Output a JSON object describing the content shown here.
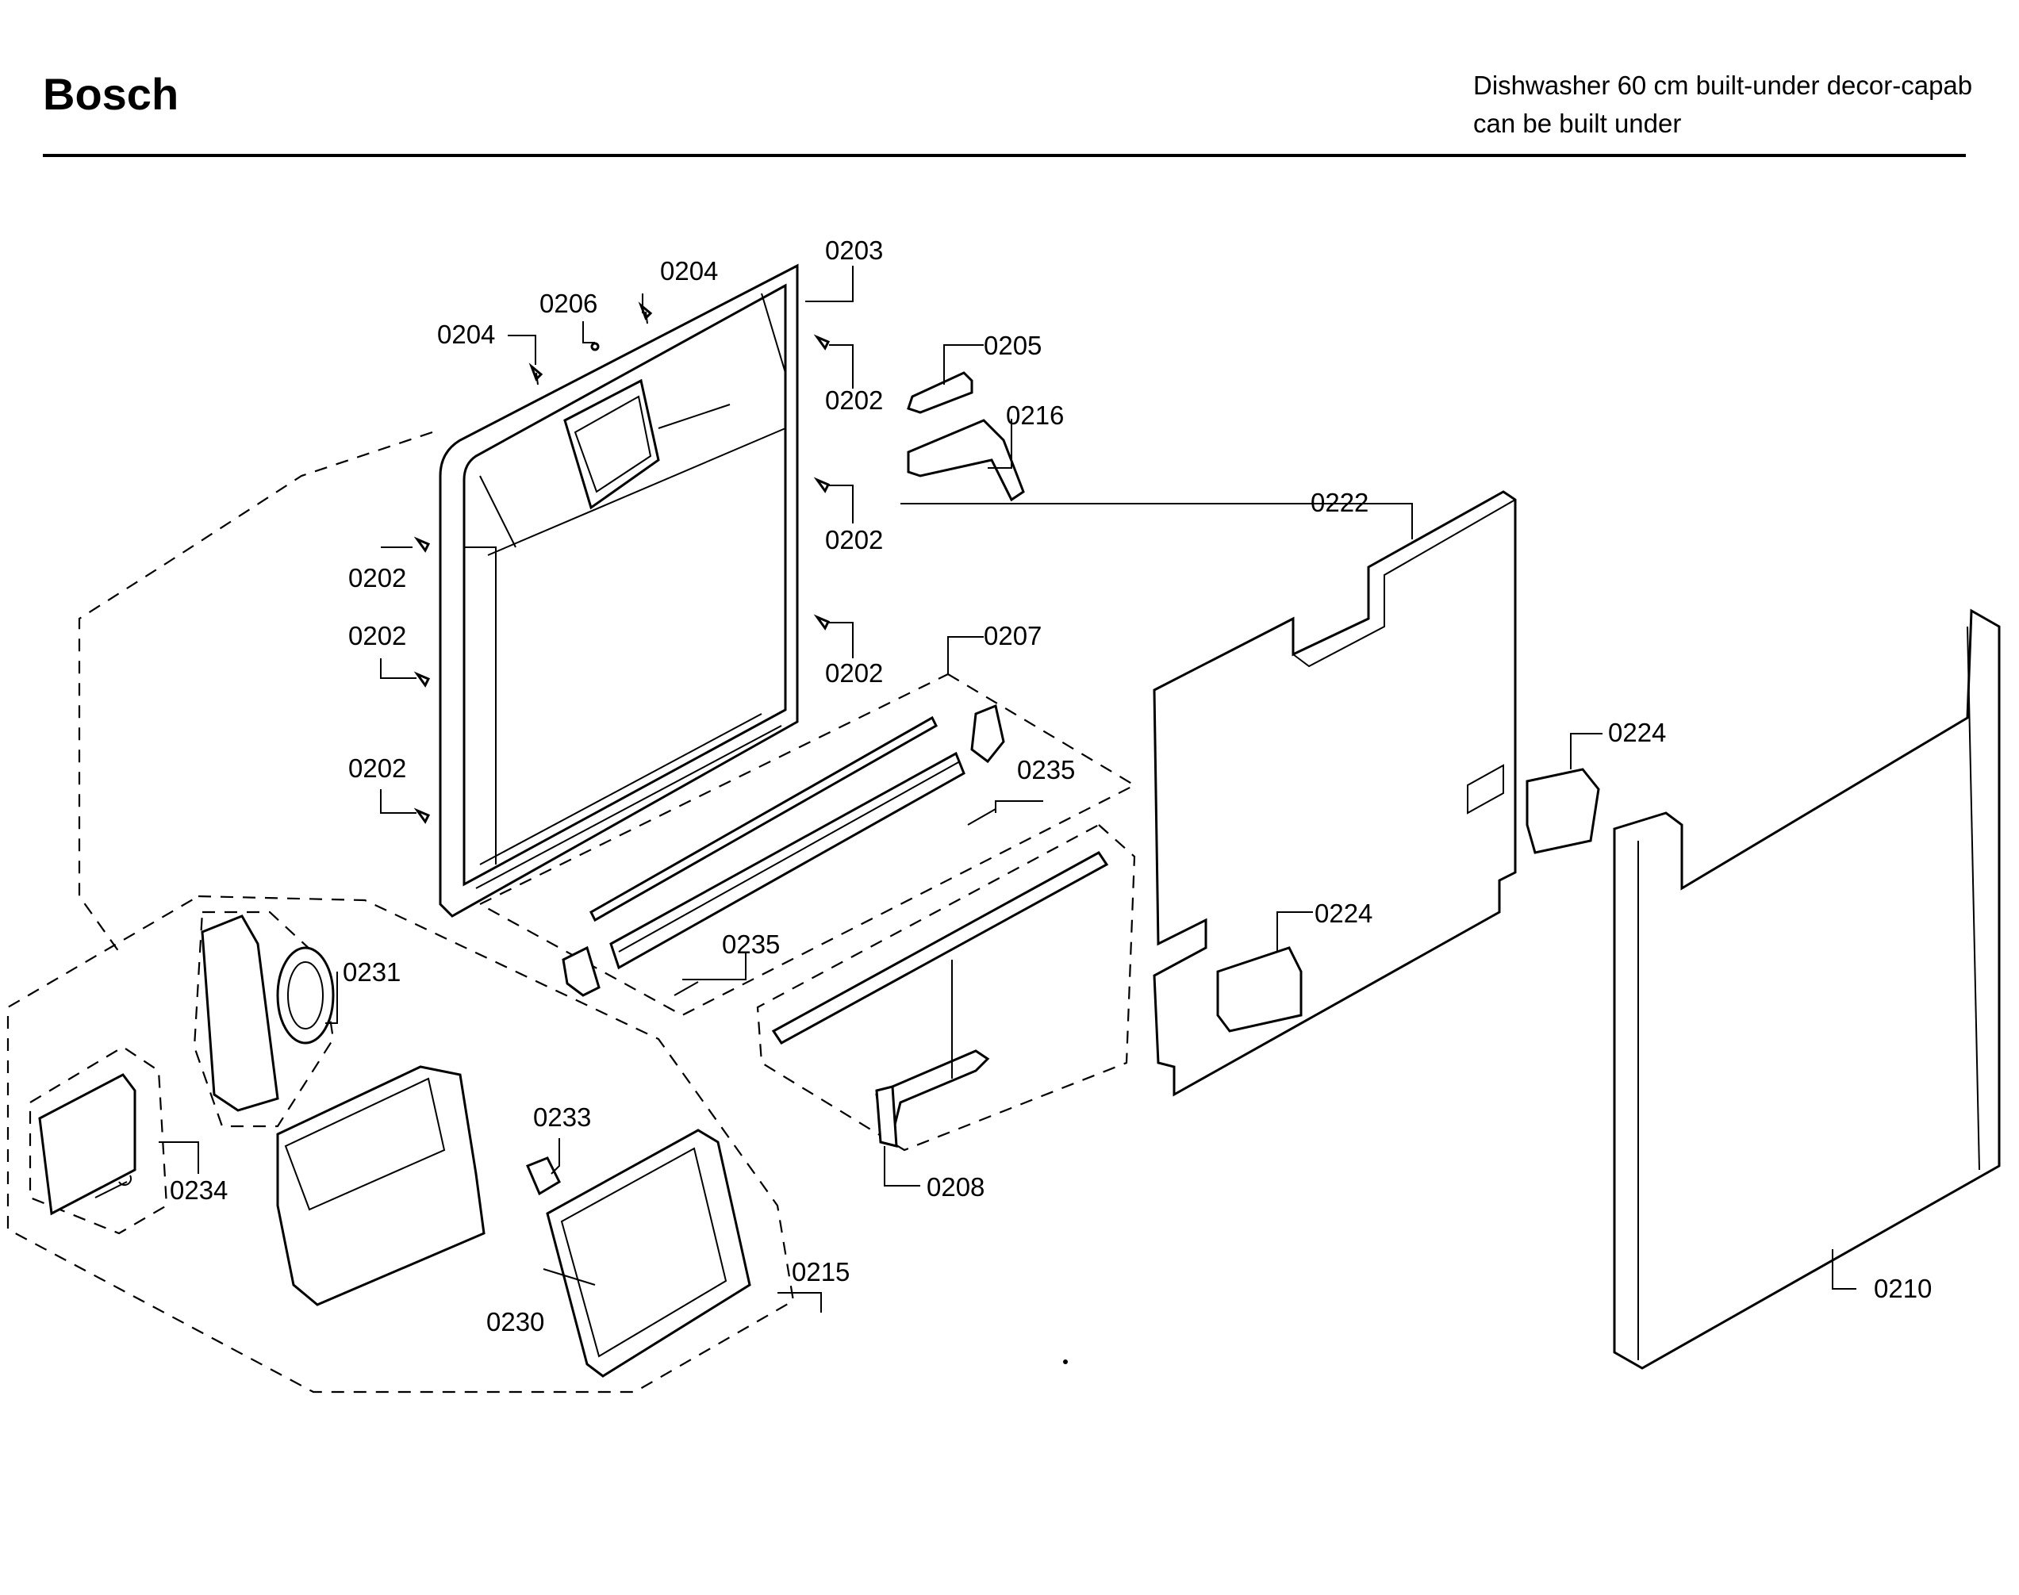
{
  "header": {
    "brand": "Bosch",
    "title_line1": "Dishwasher 60 cm built-under decor-capab",
    "title_line2": "can be built under"
  },
  "parts": {
    "p0203": "0203",
    "p0204a": "0204",
    "p0204b": "0204",
    "p0206": "0206",
    "p0205": "0205",
    "p0216": "0216",
    "p0202_r1": "0202",
    "p0202_r2": "0202",
    "p0202_r3": "0202",
    "p0202_l1": "0202",
    "p0202_l2": "0202",
    "p0202_l3": "0202",
    "p0207": "0207",
    "p0235a": "0235",
    "p0235b": "0235",
    "p0222": "0222",
    "p0224a": "0224",
    "p0224b": "0224",
    "p0210": "0210",
    "p0208": "0208",
    "p0231": "0231",
    "p0234": "0234",
    "p0233": "0233",
    "p0230": "0230",
    "p0215": "0215"
  }
}
